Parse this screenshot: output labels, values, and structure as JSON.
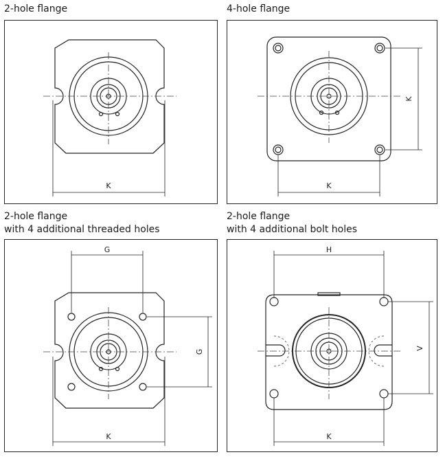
{
  "captions": {
    "p1": {
      "line1": "2-hole flange",
      "line2": ""
    },
    "p2": {
      "line1": "4-hole flange",
      "line2": ""
    },
    "p3": {
      "line1": "2-hole flange",
      "line2": "with 4 additional threaded holes"
    },
    "p4": {
      "line1": "2-hole flange",
      "line2": "with 4 additional bolt holes"
    }
  },
  "dims": {
    "p1": {
      "k": "K"
    },
    "p2": {
      "k_h": "K",
      "k_v": "K"
    },
    "p3": {
      "g_top": "G",
      "k": "K",
      "g_side": "G"
    },
    "p4": {
      "h": "H",
      "k": "K",
      "v": "V"
    }
  },
  "colors": {
    "line": "#222222",
    "center_line": "#444444"
  }
}
